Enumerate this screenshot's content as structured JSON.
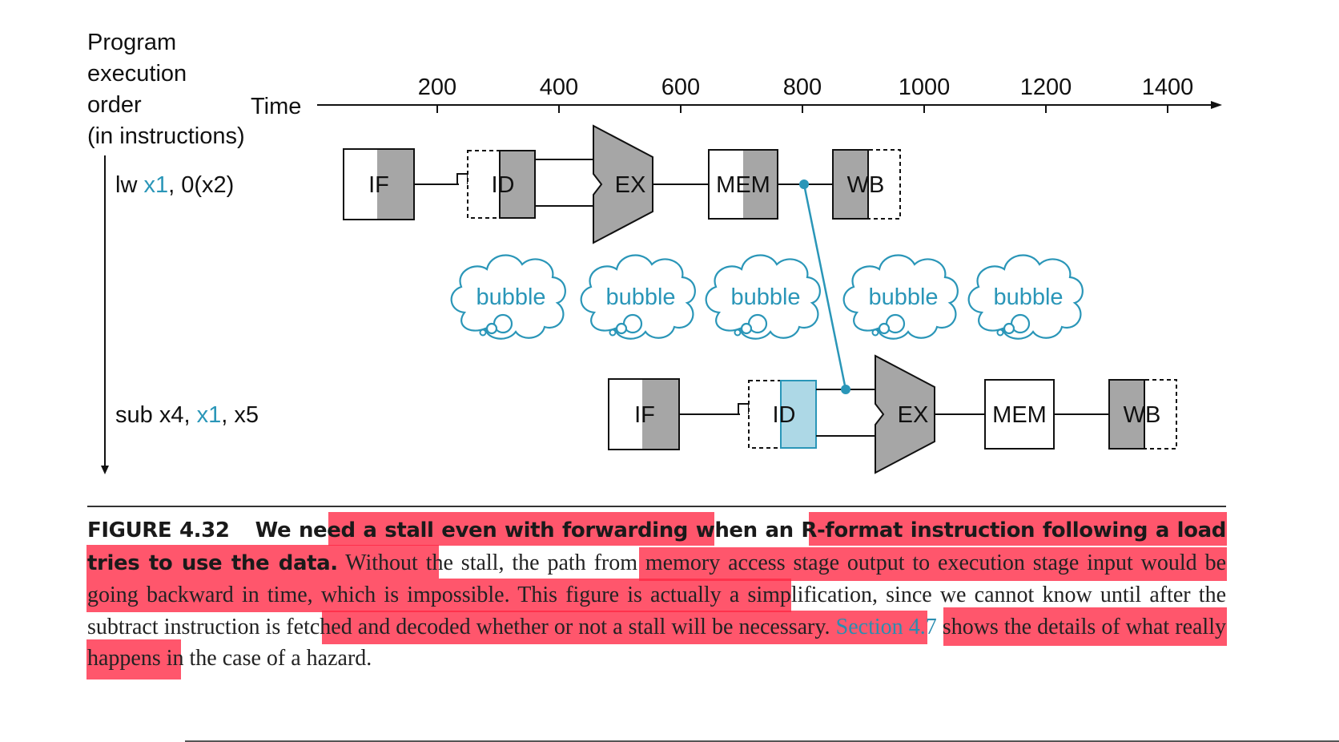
{
  "diagram": {
    "order_label_lines": [
      "Program",
      "execution",
      "order",
      "(in instructions)"
    ],
    "time_label": "Time",
    "ticks": [
      "200",
      "400",
      "600",
      "800",
      "1000",
      "1200",
      "1400"
    ],
    "instructions": [
      {
        "parts": [
          "lw ",
          "x1",
          ", 0(x2)"
        ]
      },
      {
        "parts": [
          "sub x4, ",
          "x1",
          ", x5"
        ]
      }
    ],
    "stages": {
      "if": "IF",
      "id": "ID",
      "ex": "EX",
      "mem": "MEM",
      "wb": "WB"
    },
    "bubble_label": "bubble",
    "bubble_count": 5
  },
  "caption": {
    "figure_number": "FIGURE 4.32",
    "bold_sentence": "We need a stall even with forwarding when an R-format instruction following a load tries to use the data.",
    "body_text": "Without the stall, the path from memory access stage output to execution stage input would be going backward in time, which is impossible. This figure is actually a simplification, since we cannot know until after the subtract instruction is fetched and decoded whether or not a stall will be necessary.",
    "link_text": "Section 4.7",
    "tail_text": "shows the details of what really happens in the case of a hazard."
  },
  "colors": {
    "accent": "#2a96b8",
    "stage_fill": "#a6a6a6",
    "id_highlight": "#add8e6",
    "highlight": "#ff2642"
  }
}
